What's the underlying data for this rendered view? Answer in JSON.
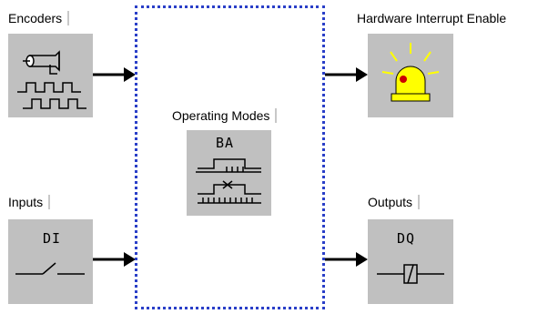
{
  "blocks": {
    "encoders": {
      "label": "Encoders",
      "icon": "encoder-icon"
    },
    "inputs": {
      "label": "Inputs",
      "icon_text": "DI",
      "icon": "switch-contact-icon"
    },
    "operating_modes": {
      "label": "Operating Modes",
      "icon_text": "BA",
      "icon": "operating-modes-icon"
    },
    "hardware_interrupt": {
      "label": "Hardware Interrupt Enable",
      "icon": "alarm-beacon-icon"
    },
    "outputs": {
      "label": "Outputs",
      "icon_text": "DQ",
      "icon": "coil-icon"
    }
  },
  "colors": {
    "tile": "#c0c0c0",
    "frame_border": "#2a3fc8",
    "beacon": "#ffff00",
    "beacon_light": "#cc0000"
  }
}
